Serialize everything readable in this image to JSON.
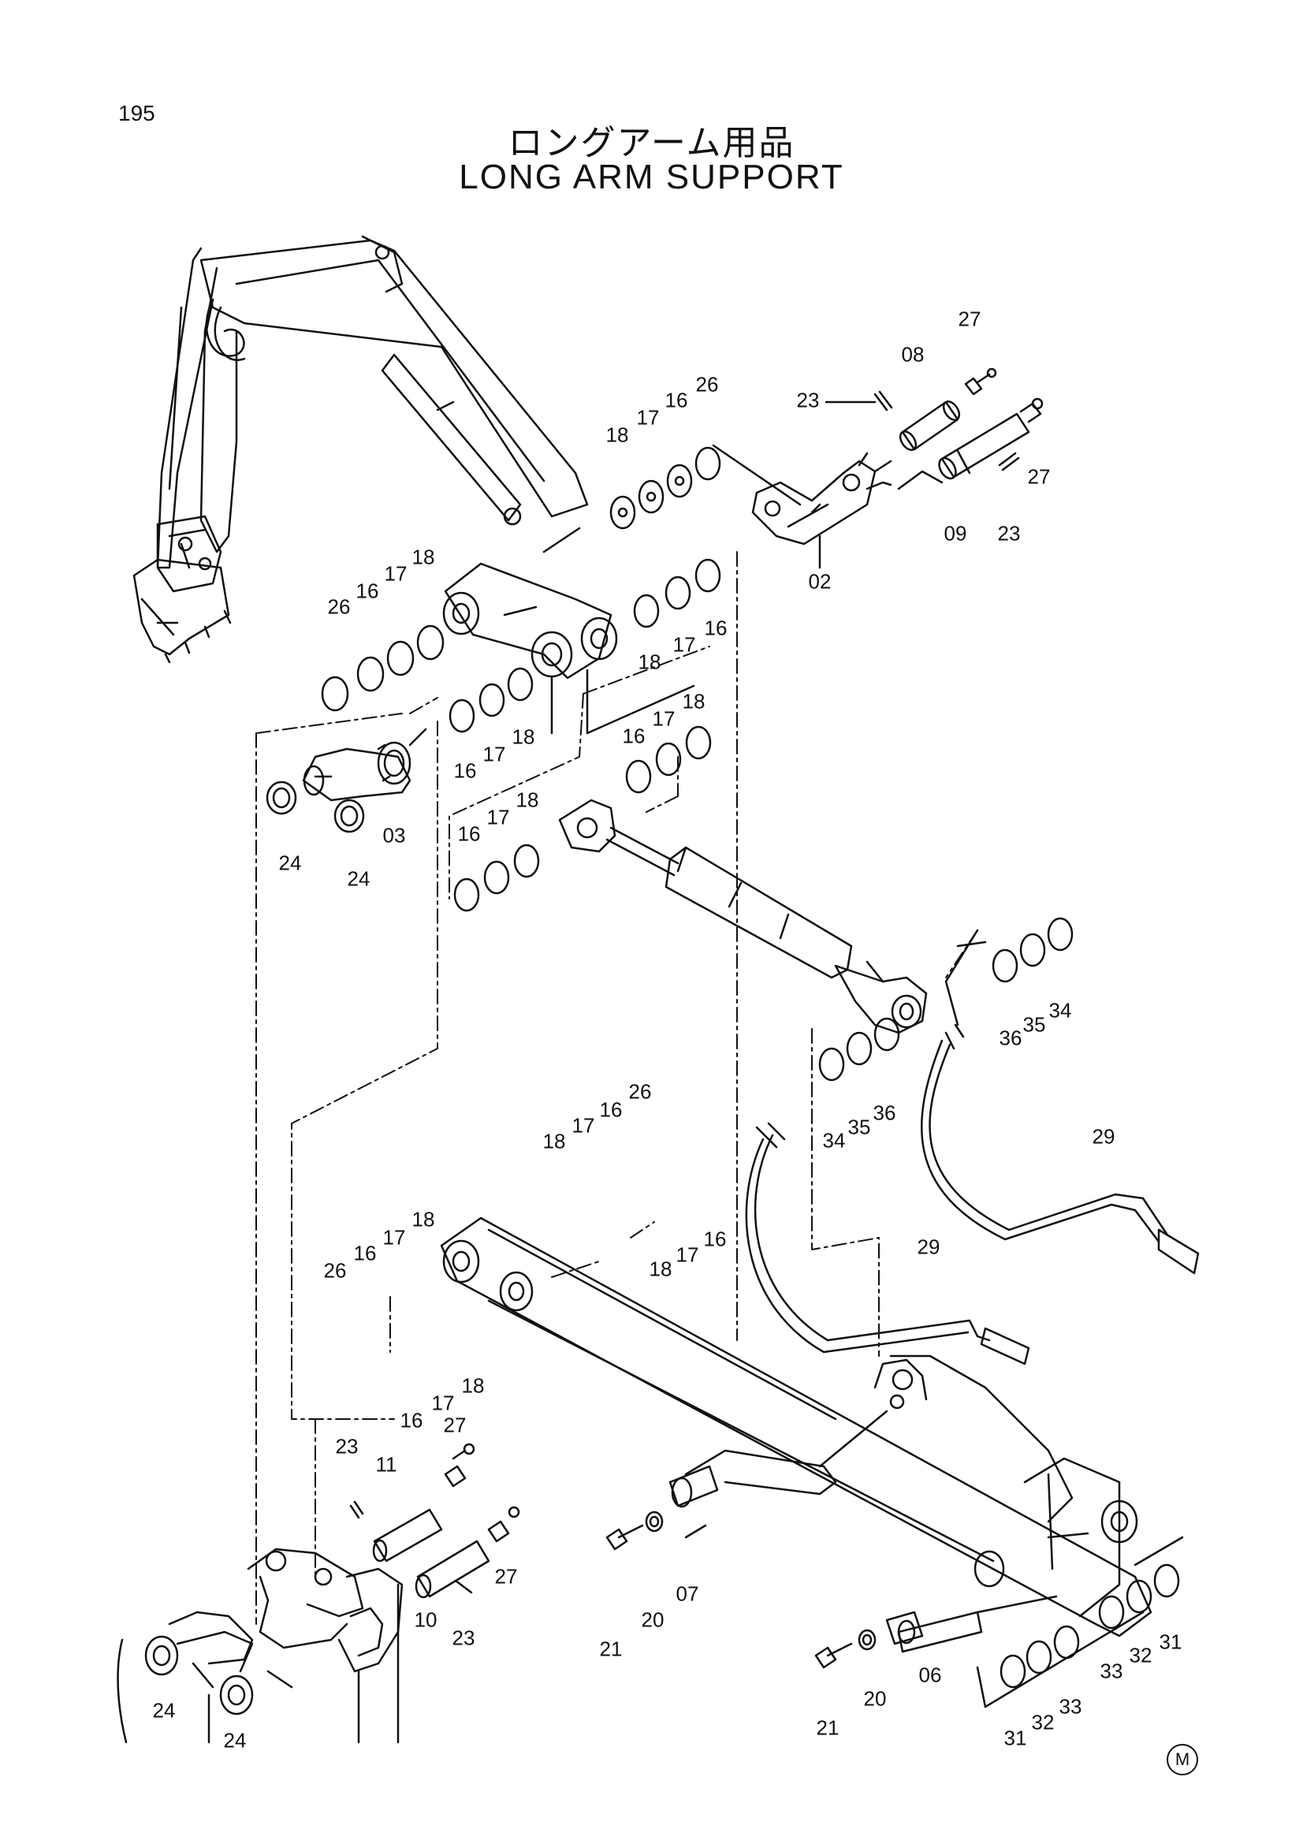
{
  "page_number": "195",
  "title_jp": "ロングアーム用品",
  "title_en": "LONG ARM SUPPORT",
  "manufacturer_mark": "M",
  "callouts": {
    "c27a": "27",
    "c08": "08",
    "c23a": "23",
    "c26a": "26",
    "c16a": "16",
    "c17a": "17",
    "c18a": "18",
    "c27b": "27",
    "c09": "09",
    "c23b": "23",
    "c02": "02",
    "c26b": "26",
    "c16b": "16",
    "c17b": "17",
    "c18b": "18",
    "c18c": "18",
    "c17c": "17",
    "c16c": "16",
    "c16d": "16",
    "c17d": "17",
    "c18d": "18",
    "c18e": "18",
    "c17e": "17",
    "c16e": "16",
    "c24a": "24",
    "c03": "03",
    "c24b": "24",
    "c16f": "16",
    "c17f": "17",
    "c18f": "18",
    "c36a": "36",
    "c35a": "35",
    "c34a": "34",
    "c34b": "34",
    "c35b": "35",
    "c36b": "36",
    "c29a": "29",
    "c18g": "18",
    "c17g": "17",
    "c16g": "16",
    "c26c": "26",
    "c18h": "18",
    "c17h": "17",
    "c16h": "16",
    "c26d": "26",
    "c16i": "16",
    "c17i": "17",
    "c18i": "18",
    "c29b": "29",
    "c16j": "16",
    "c17j": "17",
    "c18j": "18",
    "c23c": "23",
    "c11": "11",
    "c27c": "27",
    "c27d": "27",
    "c10": "10",
    "c23d": "23",
    "c21a": "21",
    "c20a": "20",
    "c07": "07",
    "c33a": "33",
    "c32a": "32",
    "c31a": "31",
    "c24c": "24",
    "c24d": "24",
    "c21b": "21",
    "c20b": "20",
    "c06": "06",
    "c31b": "31",
    "c32b": "32",
    "c33b": "33"
  }
}
